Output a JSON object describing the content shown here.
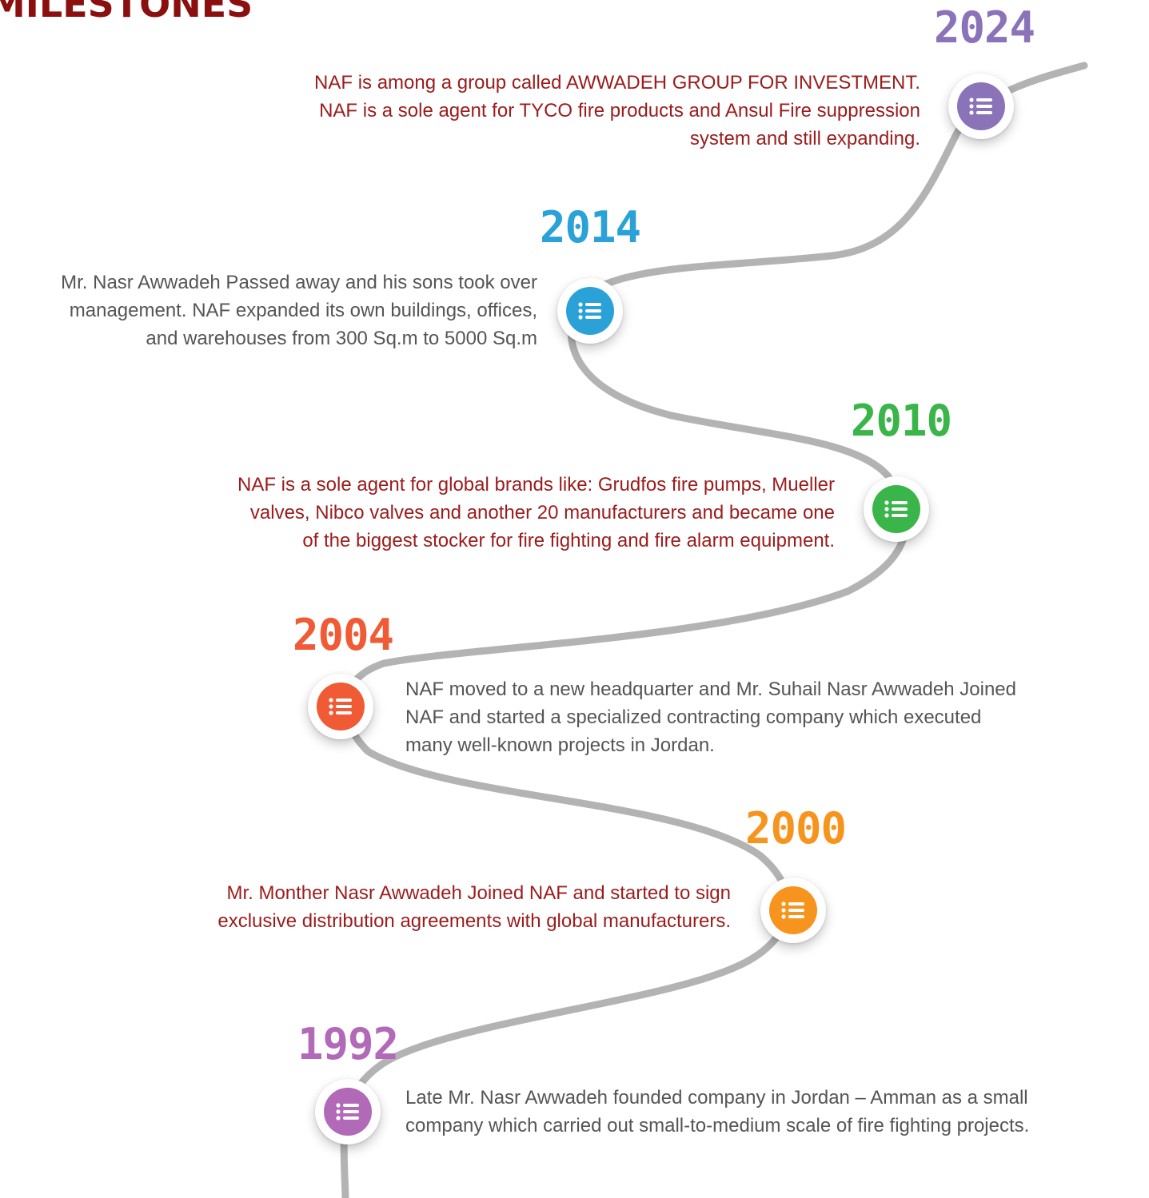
{
  "title": "MILESTONES",
  "milestones": [
    {
      "year": "2024",
      "color": "#8a73b8",
      "icon": "list-icon",
      "text_color": "#9b1c1c",
      "lines": [
        "NAF is among a group called AWWADEH GROUP FOR INVESTMENT.",
        "NAF is  a sole agent for TYCO fire products and Ansul Fire suppression",
        "system and still expanding."
      ]
    },
    {
      "year": "2014",
      "color": "#2aa2d8",
      "icon": "list-icon",
      "text_color": "#555555",
      "lines": [
        "Mr. Nasr Awwadeh Passed away and his sons took over",
        "management. NAF expanded its own buildings, offices,",
        "and warehouses from 300 Sq.m to 5000 Sq.m"
      ]
    },
    {
      "year": "2010",
      "color": "#3ab54a",
      "icon": "list-icon",
      "text_color": "#9b1c1c",
      "lines": [
        "NAF is a sole agent for global brands like: Grudfos fire pumps, Mueller",
        "valves, Nibco valves and another 20 manufacturers and became one",
        "of the biggest stocker for fire fighting and fire alarm equipment."
      ]
    },
    {
      "year": "2004",
      "color": "#f05a35",
      "icon": "list-icon",
      "text_color": "#555555",
      "lines": [
        "NAF moved to a new headquarter and Mr. Suhail Nasr Awwadeh Joined",
        "NAF and started a specialized contracting company which executed",
        "many well-known projects in Jordan."
      ]
    },
    {
      "year": "2000",
      "color": "#f7941d",
      "icon": "list-icon",
      "text_color": "#9b1c1c",
      "lines": [
        "Mr. Monther Nasr Awwadeh Joined NAF and started to sign",
        "exclusive distribution agreements with global manufacturers."
      ]
    },
    {
      "year": "1992",
      "color": "#b169b8",
      "icon": "list-icon",
      "text_color": "#555555",
      "lines": [
        "Late Mr. Nasr Awwadeh founded company in Jordan – Amman as a small",
        "company which carried out small-to-medium scale of fire fighting projects."
      ]
    }
  ]
}
